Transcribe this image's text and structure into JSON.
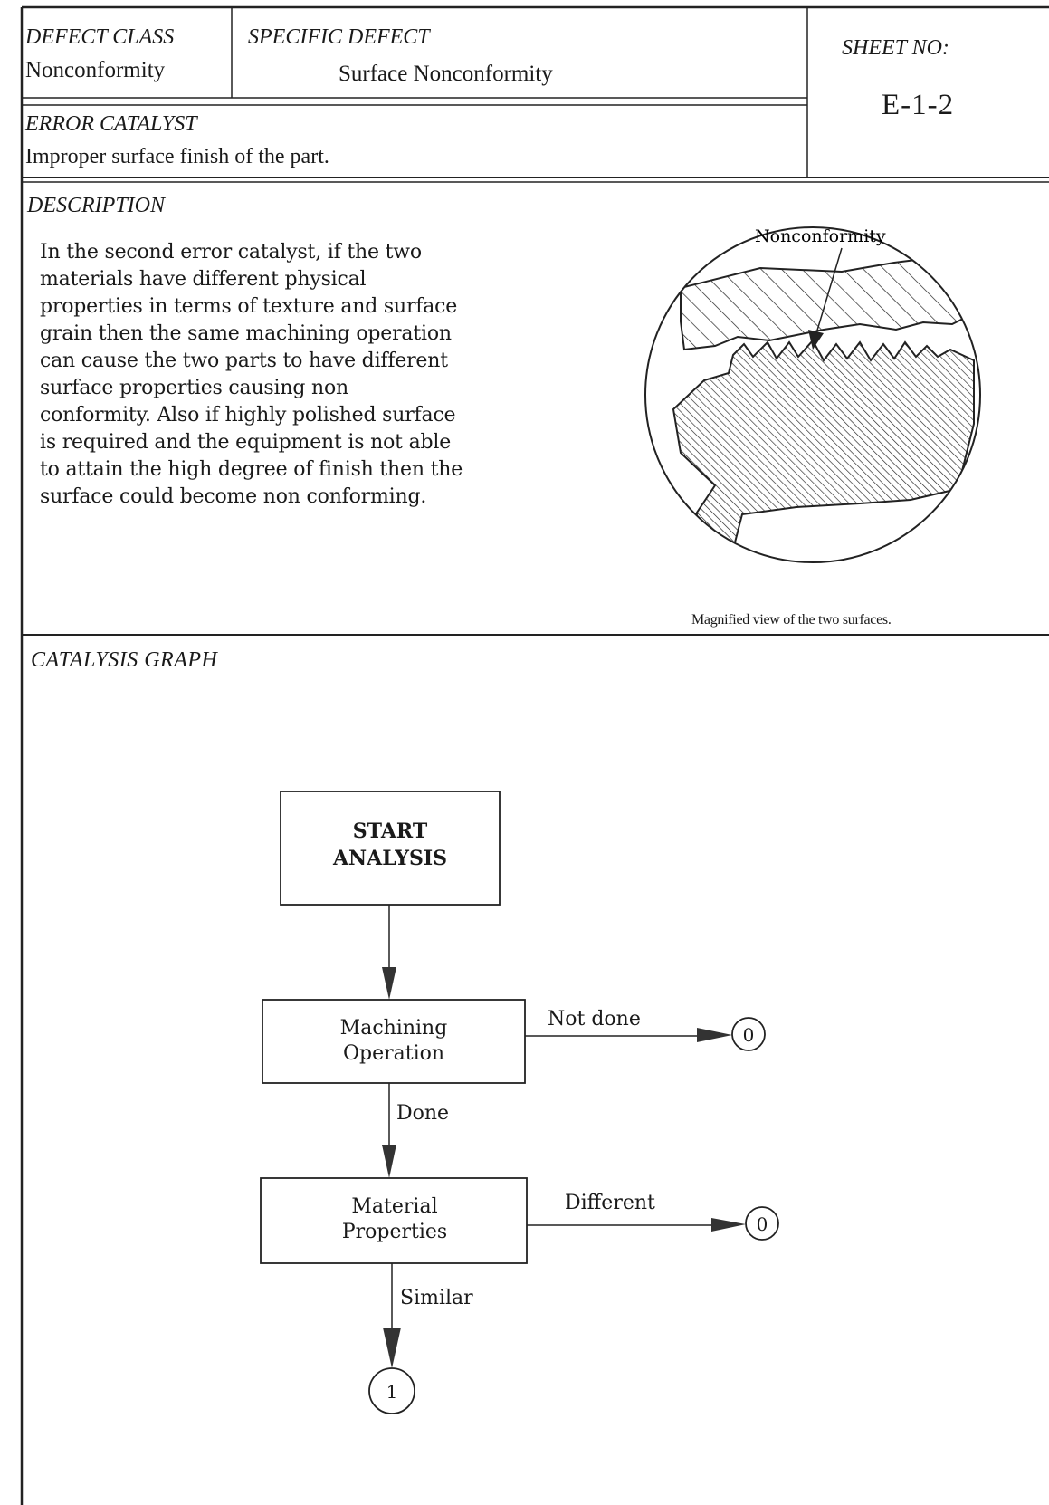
{
  "header": {
    "defect_class_label": "DEFECT CLASS",
    "defect_class_value": "Nonconformity",
    "specific_defect_label": "SPECIFIC DEFECT",
    "specific_defect_value": "Surface Nonconformity",
    "sheet_no_label": "SHEET NO:",
    "sheet_no_value": "E-1-2",
    "error_catalyst_label": "ERROR CATALYST",
    "error_catalyst_value": "Improper surface finish of the part."
  },
  "description": {
    "label": "DESCRIPTION",
    "lines": [
      "In the second error catalyst, if the two",
      "materials have different physical",
      "properties in terms of texture and surface",
      "grain then the same machining operation",
      "can cause the two parts to have different",
      "surface properties causing non",
      "conformity. Also if highly polished surface",
      "is required and the equipment is not able",
      "to attain the high degree of finish then the",
      "surface could become non conforming."
    ]
  },
  "figure": {
    "callout": "Nonconformity",
    "caption": "Magnified view of the two surfaces."
  },
  "graph": {
    "label": "CATALYSIS GRAPH",
    "start_line1": "START",
    "start_line2": "ANALYSIS",
    "node1_line1": "Machining",
    "node1_line2": "Operation",
    "node2_line1": "Material",
    "node2_line2": "Properties",
    "edge_not_done": "Not done",
    "edge_done": "Done",
    "edge_different": "Different",
    "edge_similar": "Similar",
    "terminal_zero": "0",
    "terminal_one": "1"
  }
}
